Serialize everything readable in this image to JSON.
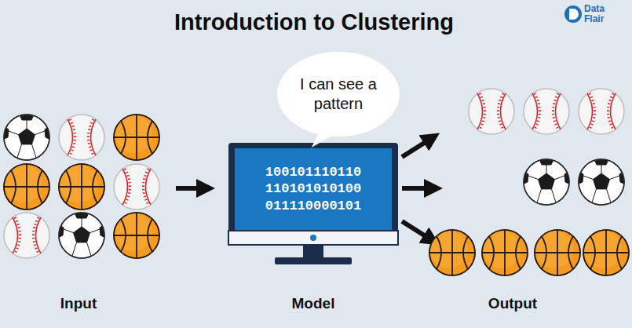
{
  "diagram": {
    "title": "Introduction to Clustering",
    "nodes": [
      {
        "text": [
          "I can see a pattern"
        ]
      },
      {
        "text": [
          "100101110110 110101010100 011110000101"
        ]
      }
    ],
    "labels": [
      "Input",
      "Model",
      "Output",
      "Data Flair"
    ]
  }
}
